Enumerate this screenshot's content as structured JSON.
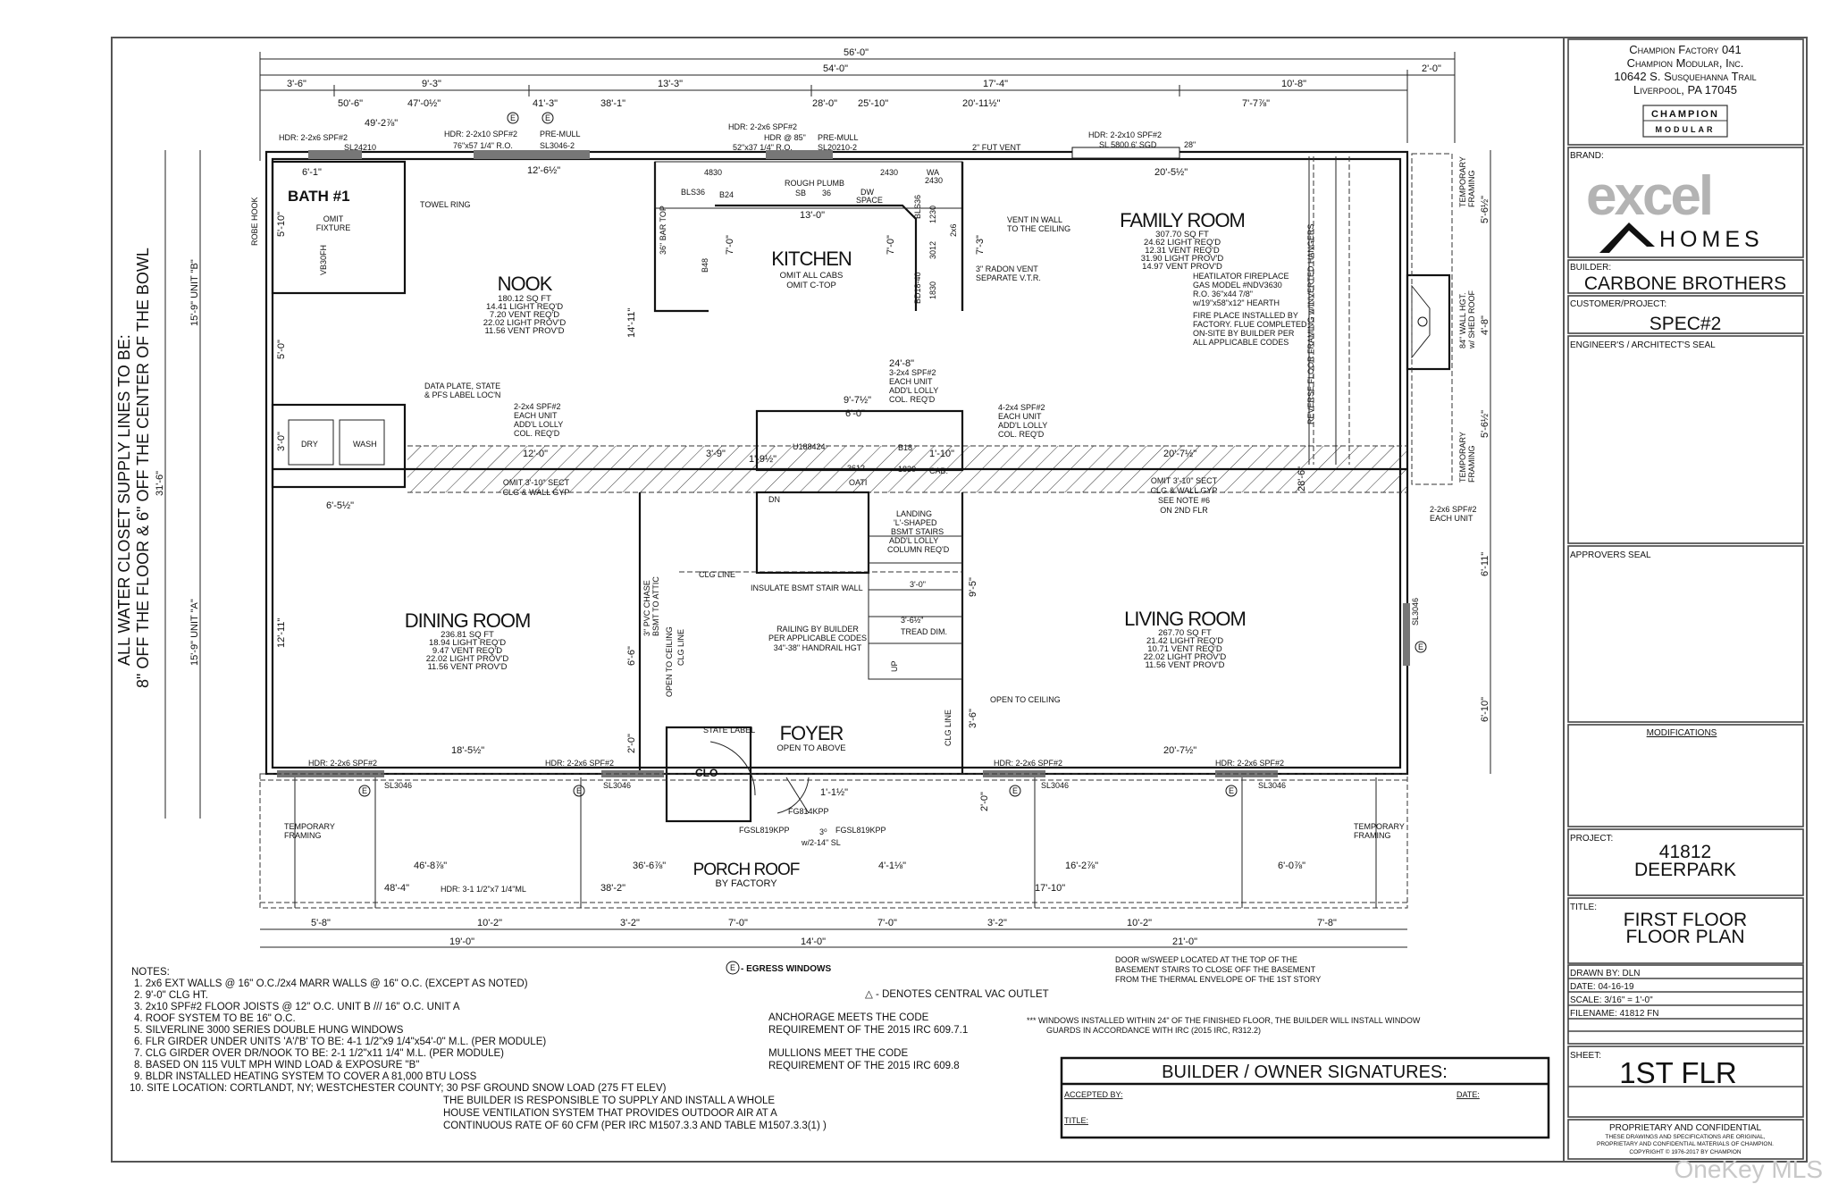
{
  "title_block": {
    "factory": [
      "Champion Factory 041",
      "Champion Modular, Inc.",
      "10642 S. Susquehanna Trail",
      "Liverpool, PA  17045"
    ],
    "logo_top": "CHAMPION",
    "logo_bottom": "MODULAR",
    "brand_label": "BRAND:",
    "brand_logo": "excel HOMES",
    "brand_word1": "excel",
    "brand_word2": "HOMES",
    "builder_label": "BUILDER:",
    "builder": "CARBONE BROTHERS",
    "customer_label": "CUSTOMER/PROJECT:",
    "customer": "SPEC#2",
    "engineer_seal_label": "ENGINEER'S / ARCHITECT'S SEAL",
    "approvers_seal_label": "APPROVERS SEAL",
    "modifications_label": "MODIFICATIONS",
    "project_label": "PROJECT:",
    "project_number": "41812",
    "project_name": "DEERPARK",
    "title_label": "TITLE:",
    "title_line1": "FIRST FLOOR",
    "title_line2": "FLOOR PLAN",
    "drawn_by": "DRAWN BY:  DLN",
    "date": "DATE:  04-16-19",
    "scale": "SCALE:  3/16\" = 1'-0\"",
    "filename": "FILENAME:  41812 FN",
    "sheet_label": "SHEET:",
    "sheet": "1ST FLR",
    "proprietary_title": "PROPRIETARY AND CONFIDENTIAL",
    "proprietary_lines": [
      "THESE DRAWINGS AND SPECIFICATIONS ARE ORIGINAL,",
      "PROPRIETARY AND CONFIDENTIAL MATERIALS OF CHAMPION.",
      "COPYRIGHT © 1976-2017 BY CHAMPION"
    ]
  },
  "rooms": {
    "bath": {
      "name": "BATH #1"
    },
    "nook": {
      "name": "NOOK",
      "stats": [
        "180.12 SQ FT",
        "14.41 LIGHT REQ'D",
        "7.20 VENT REQ'D",
        "22.02 LIGHT PROV'D",
        "11.56 VENT PROV'D"
      ]
    },
    "kitchen": {
      "name": "KITCHEN",
      "stats": [
        "OMIT ALL CABS",
        "OMIT C-TOP"
      ]
    },
    "family": {
      "name": "FAMILY ROOM",
      "stats": [
        "307.70 SQ FT",
        "24.62 LIGHT REQ'D",
        "12.31 VENT REQ'D",
        "31.90 LIGHT PROV'D",
        "14.97 VENT PROV'D"
      ]
    },
    "dining": {
      "name": "DINING ROOM",
      "stats": [
        "236.81 SQ FT",
        "18.94 LIGHT REQ'D",
        "9.47 VENT REQ'D",
        "22.02 LIGHT PROV'D",
        "11.56 VENT PROV'D"
      ]
    },
    "living": {
      "name": "LIVING ROOM",
      "stats": [
        "267.70 SQ FT",
        "21.42 LIGHT REQ'D",
        "10.71 VENT REQ'D",
        "22.02 LIGHT PROV'D",
        "11.56 VENT PROV'D"
      ]
    },
    "foyer": {
      "name": "FOYER",
      "sub": "OPEN TO ABOVE"
    },
    "porch": {
      "name": "PORCH ROOF",
      "sub": "BY FACTORY"
    }
  },
  "dimensions": {
    "overall": "56'-0\"",
    "box": "54'-0\"",
    "porch_ext": "2'-0\"",
    "top_segments": [
      "3'-6\"",
      "9'-3\"",
      "13'-3\"",
      "17'-4\"",
      "10'-8\""
    ],
    "top_offsets": [
      "50'-6\"",
      "47'-0½\"",
      "49'-2⅞\"",
      "41'-3\"",
      "38'-1\"",
      "28'-0\"",
      "25'-10\"",
      "20'-11½\"",
      "7'-7⅞\""
    ],
    "bottom_segments": [
      "5'-8\"",
      "10'-2\"",
      "3'-2\"",
      "7'-0\"",
      "7'-0\"",
      "3'-2\"",
      "10'-2\"",
      "7'-8\""
    ],
    "bottom_totals": [
      "19'-0\"",
      "14'-0\"",
      "21'-0\""
    ],
    "porch_offsets": [
      "46'-8⅞\"",
      "48'-4\"",
      "36'-6⅞\"",
      "38'-2\"",
      "4'-1⅛\"",
      "16'-2⅞\"",
      "17'-10\"",
      "6'-0⅞\""
    ],
    "left": [
      "31'-6\"",
      "15'-9\" UNIT \"B\"",
      "15'-9\" UNIT \"A\""
    ],
    "right": [
      "5'-6½\"",
      "4'-8\"",
      "5'-6½\"",
      "6'-11\"",
      "6'-10\""
    ],
    "interior": [
      "6'-1\"",
      "12'-6½\"",
      "13'-0\"",
      "20'-5½\"",
      "14'-11\"",
      "12'-0\"",
      "3'-9\"",
      "20'-7½\"",
      "6'-5½\"",
      "18'-5½\"",
      "20'-7½\"",
      "12'-11\"",
      "9'-7½\"",
      "6'-0\"",
      "24'-8\"",
      "9'-5\"",
      "6'-6\"",
      "28'-6\"",
      "5'-10\"",
      "5'-0\"",
      "3'-0\"",
      "1'-9½\"",
      "1'-10\"",
      "3'-6\"",
      "2'-0\"",
      "2'-0\"",
      "1'-1½\"",
      "7'-0\"",
      "7'-0\"",
      "7'-3\""
    ]
  },
  "annotations": {
    "hdr_bath": "HDR: 2-2x6 SPF#2",
    "sl24210": "SL24210",
    "hdr_nook1": "HDR: 2-2x10 SPF#2",
    "hdr_nook2": "76\"x57 1/4\" R.O.",
    "premull1": "PRE-MULL",
    "premull1b": "SL3046-2",
    "hdr_kit1": "HDR: 2-2x6 SPF#2",
    "hdr_kit2": "HDR @ 85\"",
    "hdr_kit3": "52\"x37 1/4\" R.O.",
    "premull2": "PRE-MULL",
    "premull2b": "SL20210-2",
    "fut_vent": "2\" FUT VENT",
    "hdr_fam1": "HDR: 2-2x10 SPF#2",
    "hdr_fam2": "SL 5800 6' SGD",
    "hdr_fam3": "28\"",
    "towel_ring": "TOWEL RING",
    "robe_hook": "ROBE HOOK",
    "omit_fixture": [
      "OMIT",
      "FIXTURE"
    ],
    "vanity": "VB30FH",
    "dry": "DRY",
    "wash": "WASH",
    "data_plate": [
      "DATA PLATE, STATE",
      "& PFS LABEL LOC'N"
    ],
    "girder_left": [
      "2-2x4 SPF#2",
      "EACH UNIT",
      "ADD'L LOLLY",
      "COL. REQ'D"
    ],
    "girder_mid": [
      "3-2x4 SPF#2",
      "EACH UNIT",
      "ADD'L LOLLY",
      "COL. REQ'D"
    ],
    "girder_right": [
      "4-2x4 SPF#2",
      "EACH UNIT",
      "ADD'L LOLLY",
      "COL. REQ'D"
    ],
    "omit_left": [
      "OMIT 3'-10\" SECT",
      "CLG & WALL GYP"
    ],
    "omit_right": [
      "OMIT 3'-10\" SECT",
      "CLG & WALL GYP",
      "SEE NOTE #6",
      "ON 2ND FLR"
    ],
    "vent_wall": [
      "VENT IN WALL",
      "TO THE CEILING"
    ],
    "radon": [
      "3\" RADON VENT",
      "SEPARATE V.T.R."
    ],
    "fireplace": [
      "HEATILATOR FIREPLACE",
      "GAS MODEL #NDV3630",
      "R.O. 36\"x44 7/8\"",
      "w/19\"x58\"x12\" HEARTH"
    ],
    "fireplace2": [
      "FIRE PLACE INSTALLED BY",
      "FACTORY. FLUE COMPLETED",
      "ON-SITE BY BUILDER PER",
      "ALL APPLICABLE CODES"
    ],
    "reverse_floor": "REVERSE FLOOR FRAMING w/INVERTED HANGERS",
    "temp_framing": [
      "TEMPORARY",
      "FRAMING"
    ],
    "wall_hgt": [
      "84\" WALL HGT.",
      "w/ SHED ROOF"
    ],
    "each_unit_right": [
      "2-2x6 SPF#2",
      "EACH UNIT"
    ],
    "bar_top": "36\" BAR TOP",
    "cabs": [
      "4830",
      "BLS36",
      "B24",
      "ROUGH",
      "PLUMB",
      "SB",
      "36",
      "DW",
      "SPACE",
      "2430",
      "WA",
      "2430",
      "BLS36",
      "1230",
      "3012",
      "BD18-40",
      "1830",
      "B48",
      "2x6"
    ],
    "stair_cabs": [
      "U188424",
      "3612",
      "B18",
      "1830",
      "CAB.",
      "OATI"
    ],
    "landing": [
      "LANDING",
      "'L'-SHAPED",
      "BSMT STAIRS",
      "ADD'L LOLLY",
      "COLUMN REQ'D"
    ],
    "insulate": "INSULATE BSMT STAIR WALL",
    "clg_line": "CLG LINE",
    "railing": [
      "RAILING BY BUILDER",
      "PER APPLICABLE CODES",
      "34\"-38\" HANDRAIL HGT"
    ],
    "tread": "TREAD DIM.",
    "tread_dim": "3'-6½\"",
    "stair_width": "3'-0\"",
    "up": "UP",
    "dn": "DN",
    "pvc_chase": [
      "3\" PVC CHASE",
      "BSMT TO ATTIC"
    ],
    "open_ceiling": "OPEN TO CEILING",
    "open_ceiling2": "OPEN TO CEILING",
    "state_label": "STATE LABEL",
    "clo": "CLO",
    "hdr_dining1": "HDR: 2-2x6 SPF#2",
    "hdr_dining2": "HDR: 2-2x6 SPF#2",
    "hdr_living1": "HDR: 2-2x6 SPF#2",
    "hdr_living2": "HDR: 2-2x6 SPF#2",
    "sl3046": "SL3046",
    "fg814": "FG814KPP",
    "fgsl1": "FGSL819KPP",
    "fgsl2": "FGSL819KPP",
    "front_door": "3⁰",
    "front_door2": "w/2-14\" SL",
    "hdr_porch": "HDR: 3-1 1/2\"x7 1/4\"ML",
    "egress_mark": "E"
  },
  "vertical_note": [
    "ALL WATER CLOSET SUPPLY LINES TO BE:",
    "8\" OFF THE FLOOR & 6\" OFF THE CENTER OF THE BOWL"
  ],
  "notes": {
    "title": "NOTES:",
    "items": [
      "1. 2x6 EXT WALLS @ 16\" O.C./2x4 MARR WALLS @ 16\" O.C. (EXCEPT AS NOTED)",
      "2. 9'-0\" CLG HT.",
      "3. 2x10 SPF#2 FLOOR JOISTS @ 12\" O.C. UNIT B /// 16\" O.C. UNIT A",
      "4. ROOF SYSTEM TO BE 16\" O.C.",
      "5. SILVERLINE 3000 SERIES DOUBLE HUNG WINDOWS",
      "6. FLR GIRDER UNDER UNITS 'A'/'B' TO BE: 4-1 1/2\"x9 1/4\"x54'-0\" M.L. (PER MODULE)",
      "7. CLG GIRDER OVER DR/NOOK TO BE: 2-1 1/2\"x11 1/4\" M.L. (PER MODULE)",
      "8. BASED ON 115 VULT MPH WIND LOAD & EXPOSURE \"B\"",
      "9. BLDR INSTALLED HEATING SYSTEM TO COVER A 81,000 BTU LOSS",
      "10. SITE LOCATION: CORTLANDT, NY; WESTCHESTER COUNTY; 30 PSF GROUND SNOW LOAD (275 FT ELEV)"
    ],
    "ventilation": [
      "THE BUILDER IS RESPONSIBLE TO SUPPLY AND INSTALL A WHOLE",
      "HOUSE VENTILATION SYSTEM THAT PROVIDES OUTDOOR AIR AT A",
      "CONTINUOUS RATE OF 60 CFM (PER IRC M1507.3.3 AND TABLE M1507.3.3(1) )"
    ],
    "egress_legend": "- EGRESS WINDOWS",
    "central_vac": "△ - DENOTES CENTRAL VAC OUTLET",
    "anchorage": [
      "ANCHORAGE MEETS THE CODE",
      "REQUIREMENT OF THE 2015 IRC 609.7.1"
    ],
    "mullions": [
      "MULLIONS MEET THE CODE",
      "REQUIREMENT OF THE 2015 IRC 609.8"
    ],
    "door_sweep": [
      "DOOR w/SWEEP LOCATED AT THE TOP OF THE",
      "BASEMENT STAIRS TO CLOSE OFF THE BASEMENT",
      "FROM THE THERMAL ENVELOPE OF THE 1ST STORY"
    ],
    "windows": [
      "*** WINDOWS INSTALLED WITHIN 24\" OF THE FINISHED FLOOR, THE BUILDER WILL INSTALL WINDOW",
      "GUARDS IN ACCORDANCE WITH IRC (2015 IRC, R312.2)"
    ]
  },
  "signatures": {
    "title": "BUILDER / OWNER   SIGNATURES:",
    "accepted_by": "ACCEPTED BY:",
    "date": "DATE:",
    "title_field": "TITLE:"
  },
  "watermark": "OneKey MLS",
  "colors": {
    "line": "#111111",
    "logo_gray": "#b3b3b3",
    "watermark": "#c8c8c8"
  }
}
